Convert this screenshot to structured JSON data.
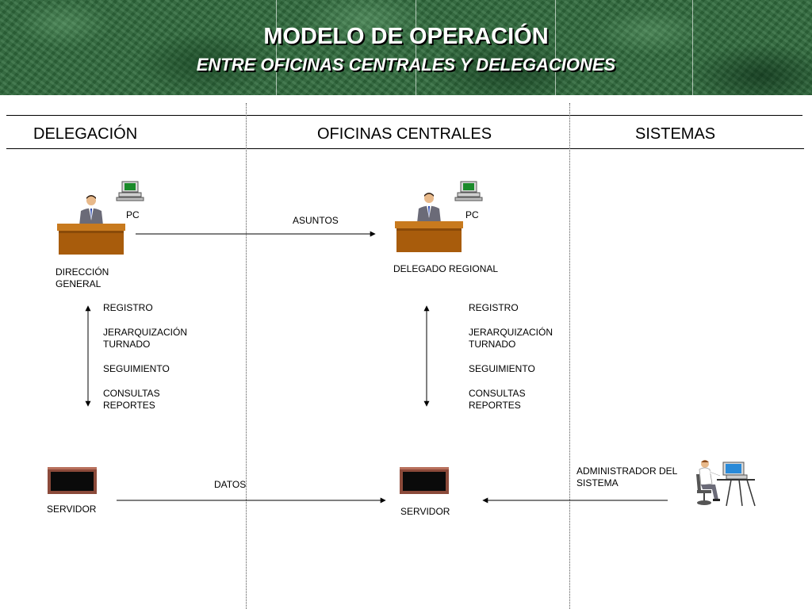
{
  "header": {
    "title": "MODELO DE OPERACIÓN",
    "subtitle": "ENTRE OFICINAS CENTRALES Y DELEGACIONES"
  },
  "columns": {
    "delegacion": "DELEGACIÓN",
    "oficinas": "OFICINAS CENTRALES",
    "sistemas": "SISTEMAS"
  },
  "left": {
    "pc_label": "PC",
    "person_label": "DIRECCIÓN\nGENERAL",
    "server_label": "SERVIDOR",
    "functions": [
      "REGISTRO",
      "",
      "JERARQUIZACIÓN",
      "TURNADO",
      "",
      "SEGUIMIENTO",
      "",
      "CONSULTAS",
      "REPORTES"
    ]
  },
  "center": {
    "pc_label": "PC",
    "person_label": "DELEGADO REGIONAL",
    "server_label": "SERVIDOR",
    "functions": [
      "REGISTRO",
      "",
      "JERARQUIZACIÓN",
      "TURNADO",
      "",
      "SEGUIMIENTO",
      "",
      "CONSULTAS",
      "REPORTES"
    ]
  },
  "right": {
    "admin_label": "ADMINISTRADOR DEL\nSISTEMA"
  },
  "flows": {
    "asuntos": "ASUNTOS",
    "datos": "DATOS"
  },
  "colors": {
    "banner_green": "#2f6b3c",
    "desk": "#c87a1e",
    "desk_front": "#a85c0c",
    "suit": "#6b6b78",
    "server": "#8b4a3a"
  }
}
